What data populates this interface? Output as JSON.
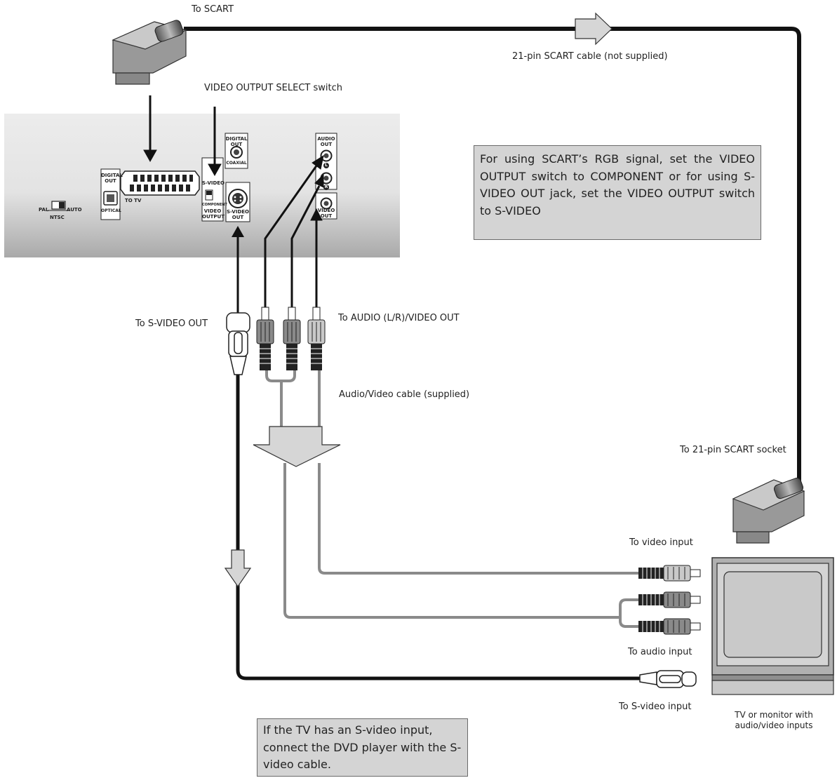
{
  "labels": {
    "to_scart": "To SCART",
    "scart_cable": "21-pin SCART cable (not supplied)",
    "video_output_select": "VIDEO OUTPUT SELECT switch",
    "to_svideo_out": "To S-VIDEO OUT",
    "to_audio_video_out": "To AUDIO (L/R)/VIDEO OUT",
    "av_cable": "Audio/Video cable (supplied)",
    "to_scart_socket": "To 21-pin SCART socket",
    "to_video_input": "To video input",
    "to_audio_input": "To audio input",
    "to_svideo_input": "To S-video input",
    "tv_line1": "TV or monitor with",
    "tv_line2": "audio/video inputs"
  },
  "notes": {
    "scart_rgb": "For using SCART’s RGB signal, set the VIDEO OUTPUT switch to COMPONENT or for using S-VIDEO OUT jack, set the VIDEO OUTPUT switch to S-VIDEO",
    "svideo_tip": "If the TV has an S-video input, connect the DVD player with the S-video cable."
  },
  "panel": {
    "pal": "PAL",
    "auto": "AUTO",
    "ntsc": "NTSC",
    "digital_out_optical_1": "DIGITAL",
    "digital_out_optical_2": "OUT",
    "optical": "OPTICAL",
    "to_tv": "TO TV",
    "svideo_switch": "S-VIDEO",
    "component": "COMPONENT",
    "video_output_1": "VIDEO",
    "video_output_2": "OUTPUT",
    "svideo_out_1": "S-VIDEO",
    "svideo_out_2": "OUT",
    "digital_out_coax_1": "DIGITAL",
    "digital_out_coax_2": "OUT",
    "coaxial": "COAXIAL",
    "audio_out_1": "AUDIO",
    "audio_out_2": "OUT",
    "jack_l": "L",
    "jack_r": "R",
    "video_out_1": "VIDEO",
    "video_out_2": "OUT"
  }
}
